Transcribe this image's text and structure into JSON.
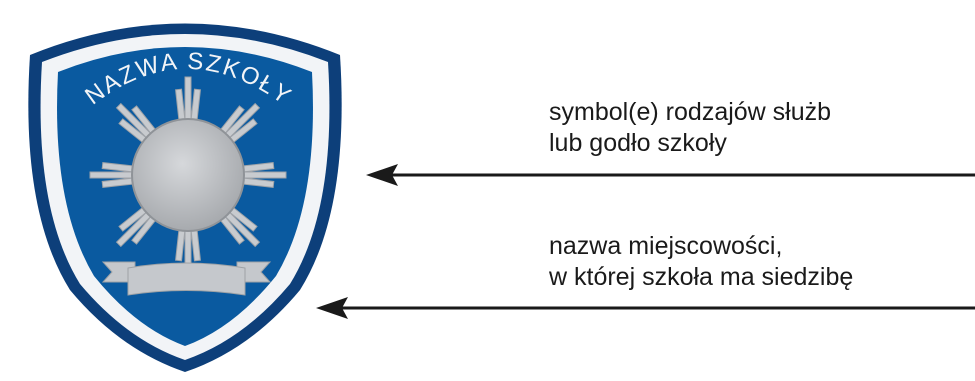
{
  "badge": {
    "arc_text": "NAZWA SZKOŁY",
    "colors": {
      "outer_edge": "#0d3f7a",
      "white_band": "#f2f4f7",
      "field": "#0a5aa0",
      "star": "#c8cbcf",
      "medallion": "#b5b8bc",
      "ribbon": "#c5c8cc"
    }
  },
  "callouts": [
    {
      "lines": [
        "symbol(e) rodzajów służb",
        "lub godło szkoły"
      ],
      "points_to": "emblem"
    },
    {
      "lines": [
        "nazwa miejscowości,",
        "w której szkoła ma siedzibę"
      ],
      "points_to": "ribbon"
    }
  ]
}
